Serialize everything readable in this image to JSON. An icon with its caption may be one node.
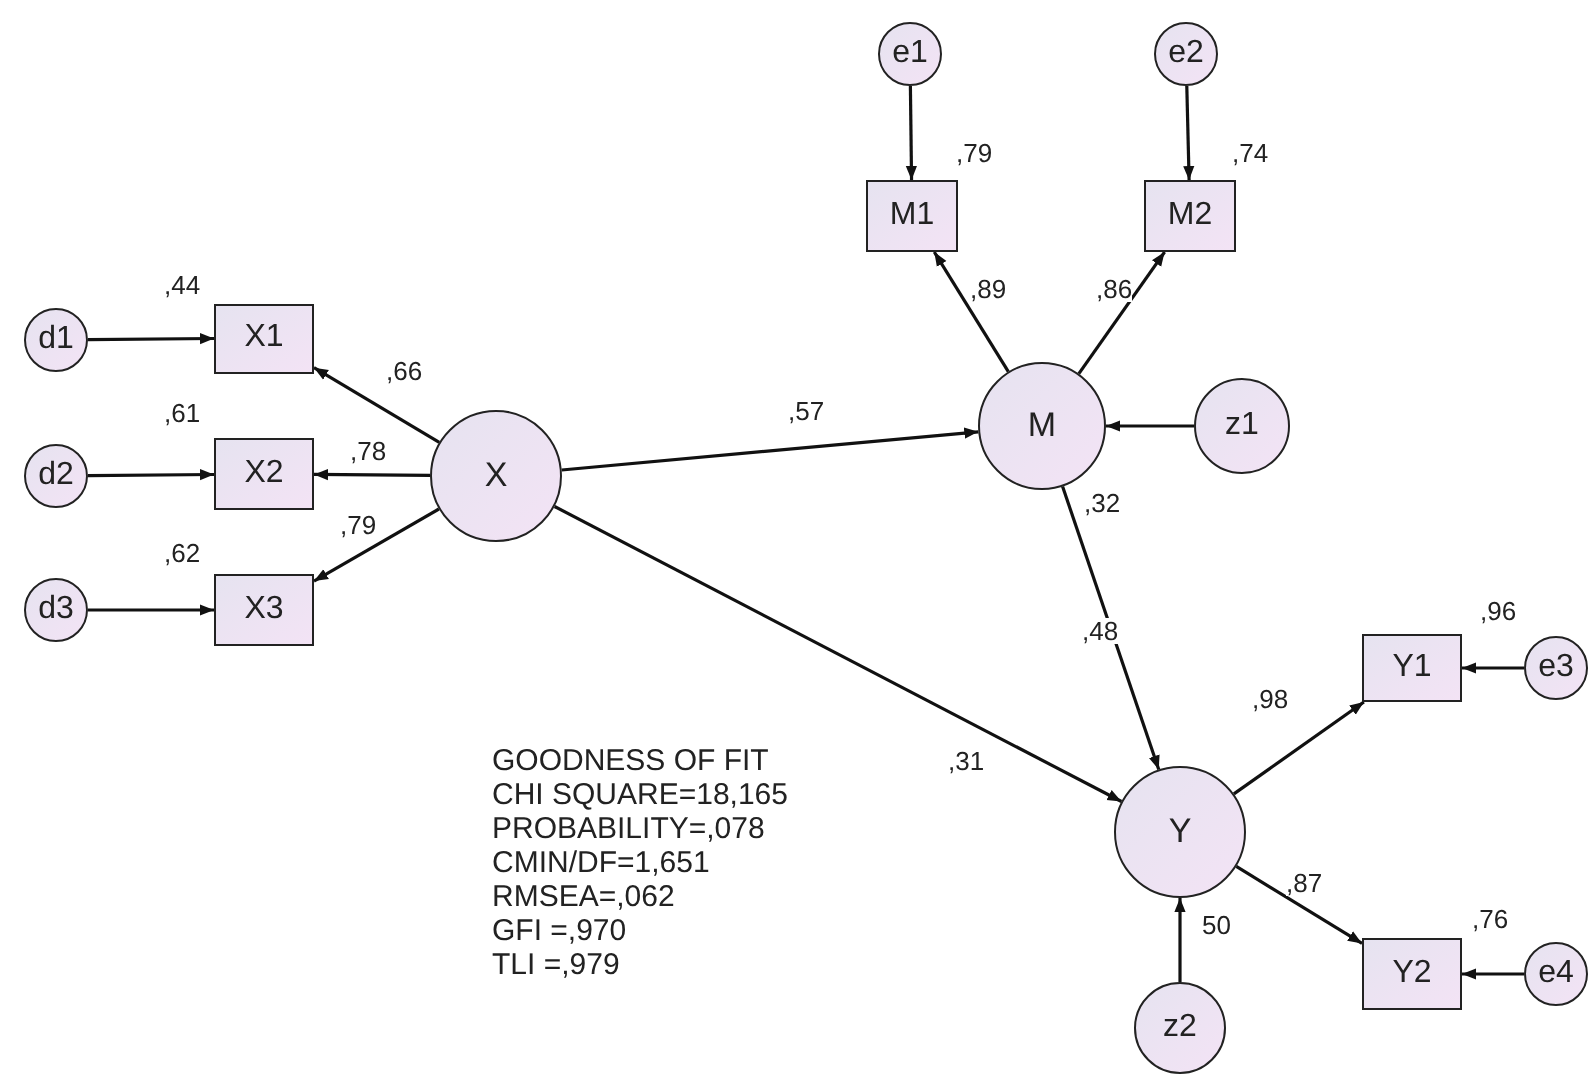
{
  "diagram": {
    "nodes": [
      {
        "text": [
          "e1"
        ]
      },
      {
        "text": [
          "e2"
        ]
      },
      {
        "text": [
          "M1"
        ],
        "beside": [
          ",79"
        ]
      },
      {
        "text": [
          "M2"
        ],
        "beside": [
          ",74"
        ]
      },
      {
        "text": [
          "d1"
        ]
      },
      {
        "text": [
          "X1"
        ],
        "beside": [
          ",44"
        ]
      },
      {
        "text": [
          "X"
        ]
      },
      {
        "text": [
          "d2"
        ]
      },
      {
        "text": [
          "X2"
        ],
        "beside": [
          ",61"
        ]
      },
      {
        "text": [
          "M"
        ],
        "beside": [
          ",32"
        ]
      },
      {
        "text": [
          "z1"
        ]
      },
      {
        "text": [
          "d3"
        ]
      },
      {
        "text": [
          "X3"
        ],
        "beside": [
          ",62"
        ]
      },
      {
        "text": [
          "Y1"
        ],
        "beside": [
          ",96"
        ]
      },
      {
        "text": [
          "e3"
        ]
      },
      {
        "text": [
          "Y"
        ],
        "beside": [
          "50"
        ]
      },
      {
        "text": [
          "Y2"
        ],
        "beside": [
          ",76"
        ]
      },
      {
        "text": [
          "e4"
        ]
      },
      {
        "text": [
          "z2"
        ]
      }
    ],
    "edges": [
      {
        "from": 0,
        "to": 2,
        "arrow": "to"
      },
      {
        "from": 1,
        "to": 3,
        "arrow": "to"
      },
      {
        "from": 9,
        "to": 2,
        "arrow": "to",
        "label": ",89"
      },
      {
        "from": 9,
        "to": 3,
        "arrow": "to",
        "label": ",86"
      },
      {
        "from": 4,
        "to": 5,
        "arrow": "to"
      },
      {
        "from": 6,
        "to": 5,
        "arrow": "to",
        "label": ",66"
      },
      {
        "from": 7,
        "to": 8,
        "arrow": "to"
      },
      {
        "from": 6,
        "to": 8,
        "arrow": "to",
        "label": ",78"
      },
      {
        "from": 6,
        "to": 9,
        "arrow": "to",
        "label": ",57"
      },
      {
        "from": 10,
        "to": 9,
        "arrow": "to"
      },
      {
        "from": 11,
        "to": 12,
        "arrow": "to"
      },
      {
        "from": 6,
        "to": 12,
        "arrow": "to",
        "label": ",79"
      },
      {
        "from": 9,
        "to": 15,
        "arrow": "to",
        "label": ",48"
      },
      {
        "from": 6,
        "to": 15,
        "arrow": "to",
        "label": ",31"
      },
      {
        "from": 15,
        "to": 13,
        "arrow": "to",
        "label": ",98"
      },
      {
        "from": 14,
        "to": 13,
        "arrow": "to"
      },
      {
        "from": 15,
        "to": 16,
        "arrow": "to",
        "label": ",87"
      },
      {
        "from": 17,
        "to": 16,
        "arrow": "to"
      },
      {
        "from": 18,
        "to": 15,
        "arrow": "to"
      }
    ],
    "labels": [
      "GOODNESS OF FIT",
      "CHI SQUARE=18,165",
      "PROBABILITY=,078",
      "CMIN/DF=1,651",
      "RMSEA=,062",
      "GFI =,970",
      "TLI =,979"
    ]
  }
}
